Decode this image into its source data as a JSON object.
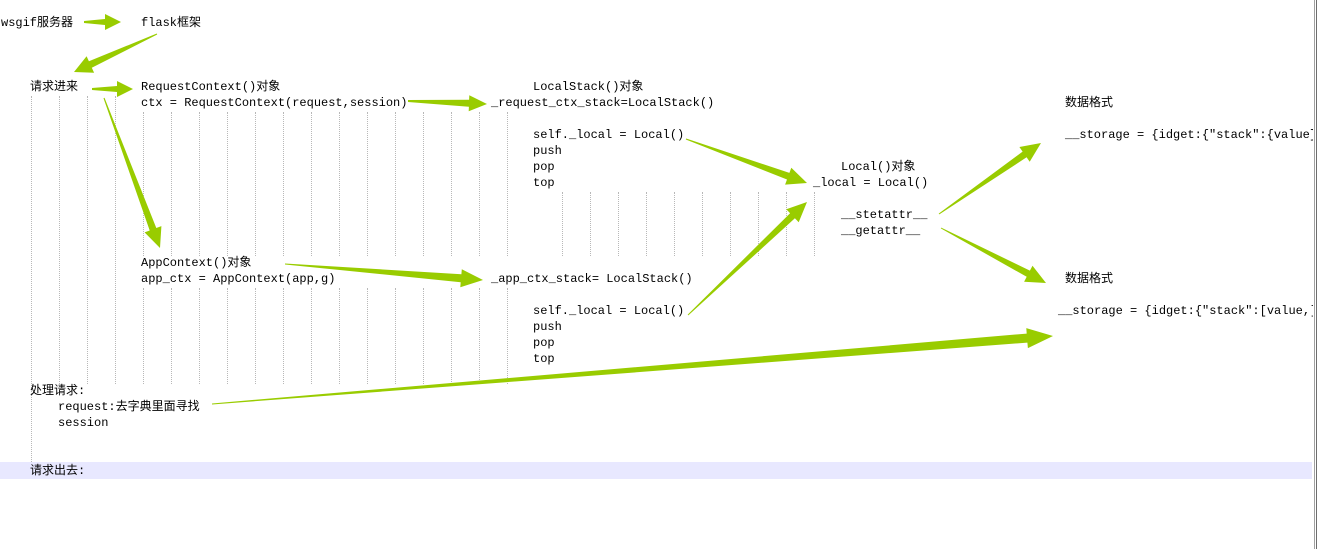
{
  "colors": {
    "arrow": "#99cc00",
    "highlight_row": "#e8e8ff",
    "guide": "#b8b8b8"
  },
  "top": {
    "server": "wsgif服务器",
    "framework": "flask框架"
  },
  "request": {
    "incoming": "请求进来",
    "reqctx_title": "RequestContext()对象",
    "reqctx_code": "ctx = RequestContext(request,session)",
    "stack_title": "LocalStack()对象",
    "stack_code": "_request_ctx_stack=LocalStack()",
    "stack_members": [
      "self._local = Local()",
      "push",
      "pop",
      "top"
    ]
  },
  "local": {
    "title": "Local()对象",
    "code": "_local = Local()",
    "methods": [
      "__stetattr__",
      "__getattr__"
    ]
  },
  "storage": [
    {
      "label": "数据格式",
      "code": "__storage = {idget:{\"stack\":{value}"
    },
    {
      "label": "数据格式",
      "code": "__storage = {idget:{\"stack\":[value,]"
    }
  ],
  "app": {
    "appctx_title": "AppContext()对象",
    "appctx_code": "app_ctx = AppContext(app,g)",
    "stack_code": "_app_ctx_stack= LocalStack()",
    "stack_members": [
      "self._local = Local()",
      "push",
      "pop",
      "top"
    ]
  },
  "handling": {
    "title": "处理请求:",
    "lines": [
      "request:去字典里面寻找",
      "session"
    ]
  },
  "outgoing": "请求出去:"
}
